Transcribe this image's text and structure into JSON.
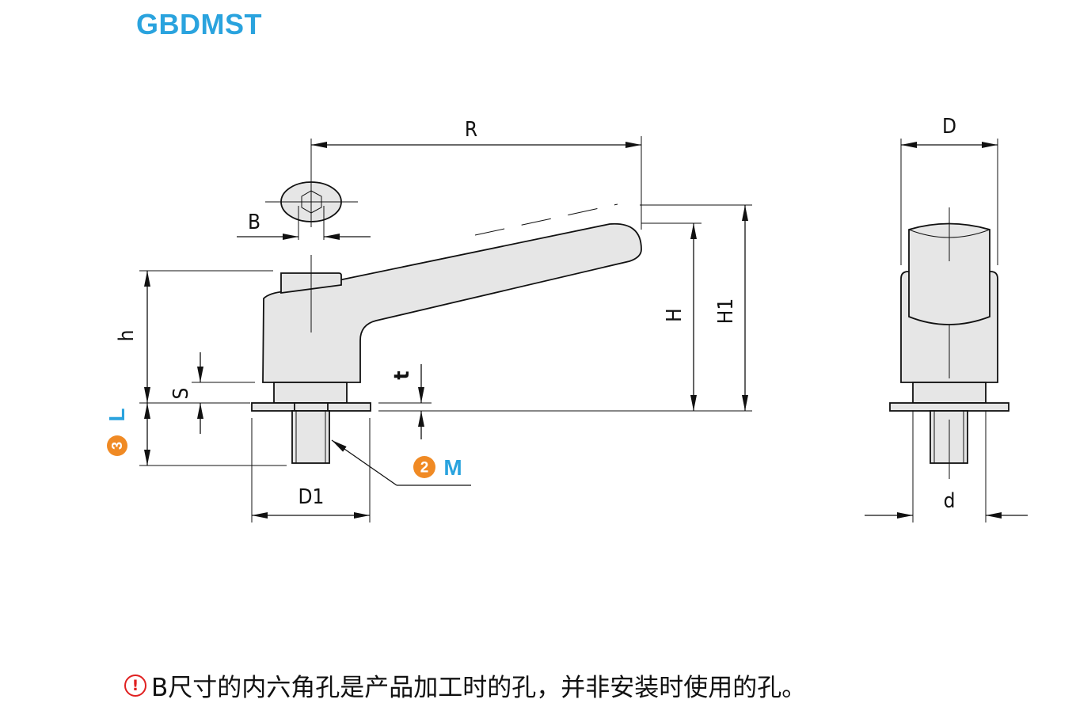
{
  "title": "GBDMST",
  "dimensions": {
    "R": "R",
    "B": "B",
    "h": "h",
    "S": "S",
    "L": "L",
    "t": "t",
    "H": "H",
    "H1": "H1",
    "D1": "D1",
    "D": "D",
    "d": "d",
    "M": "M"
  },
  "callouts": {
    "m_number": "2",
    "l_number": "3"
  },
  "colors": {
    "accent_blue": "#2aa3de",
    "callout_orange": "#f08a24",
    "warning_red": "#e02020"
  },
  "note": {
    "icon": "warning-circle-icon",
    "text": "B尺寸的内六角孔是产品加工时的孔，并非安装时使用的孔。"
  }
}
